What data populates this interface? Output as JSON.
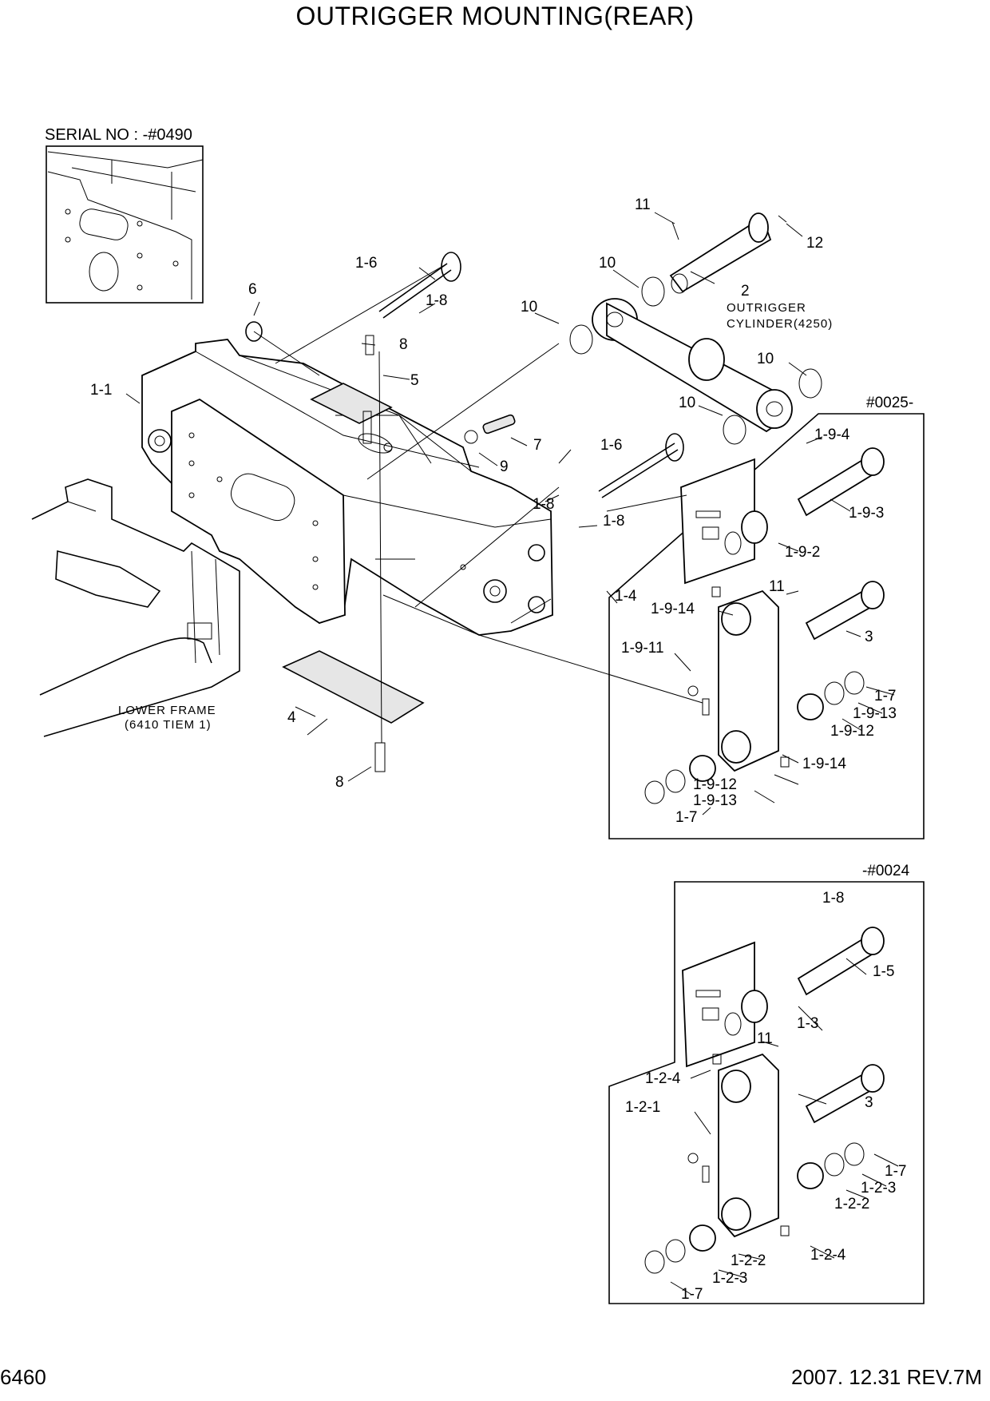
{
  "title": "OUTRIGGER MOUNTING(REAR)",
  "page_number": "6460",
  "revision": "2007. 12.31  REV.7M",
  "inset": {
    "serial": "SERIAL NO : -#0490"
  },
  "boxes": {
    "upper_serial": "#0025-",
    "lower_serial": "-#0024"
  },
  "notes": {
    "cyl_1": "OUTRIGGER",
    "cyl_2": "CYLINDER(4250)",
    "frame_1": "LOWER FRAME",
    "frame_2": "(6410 TIEM 1)"
  },
  "labels": [
    "11",
    "12",
    "2",
    "10",
    "10",
    "10",
    "10",
    "1-6",
    "1-8",
    "6",
    "8",
    "5",
    "1-1",
    "7",
    "9",
    "1-6",
    "1-8",
    "1-8",
    "1-4",
    "4",
    "8",
    "1-9-4",
    "1-9-3",
    "1-9-2",
    "11",
    "1-9-14",
    "3",
    "1-9-11",
    "1-7",
    "1-9-13",
    "1-9-12",
    "1-9-14",
    "1-9-12",
    "1-9-13",
    "1-7",
    "1-8",
    "1-5",
    "1-3",
    "11",
    "1-2-4",
    "3",
    "1-2-1",
    "1-7",
    "1-2-3",
    "1-2-2",
    "1-2-4",
    "1-2-2",
    "1-2-3",
    "1-7"
  ]
}
